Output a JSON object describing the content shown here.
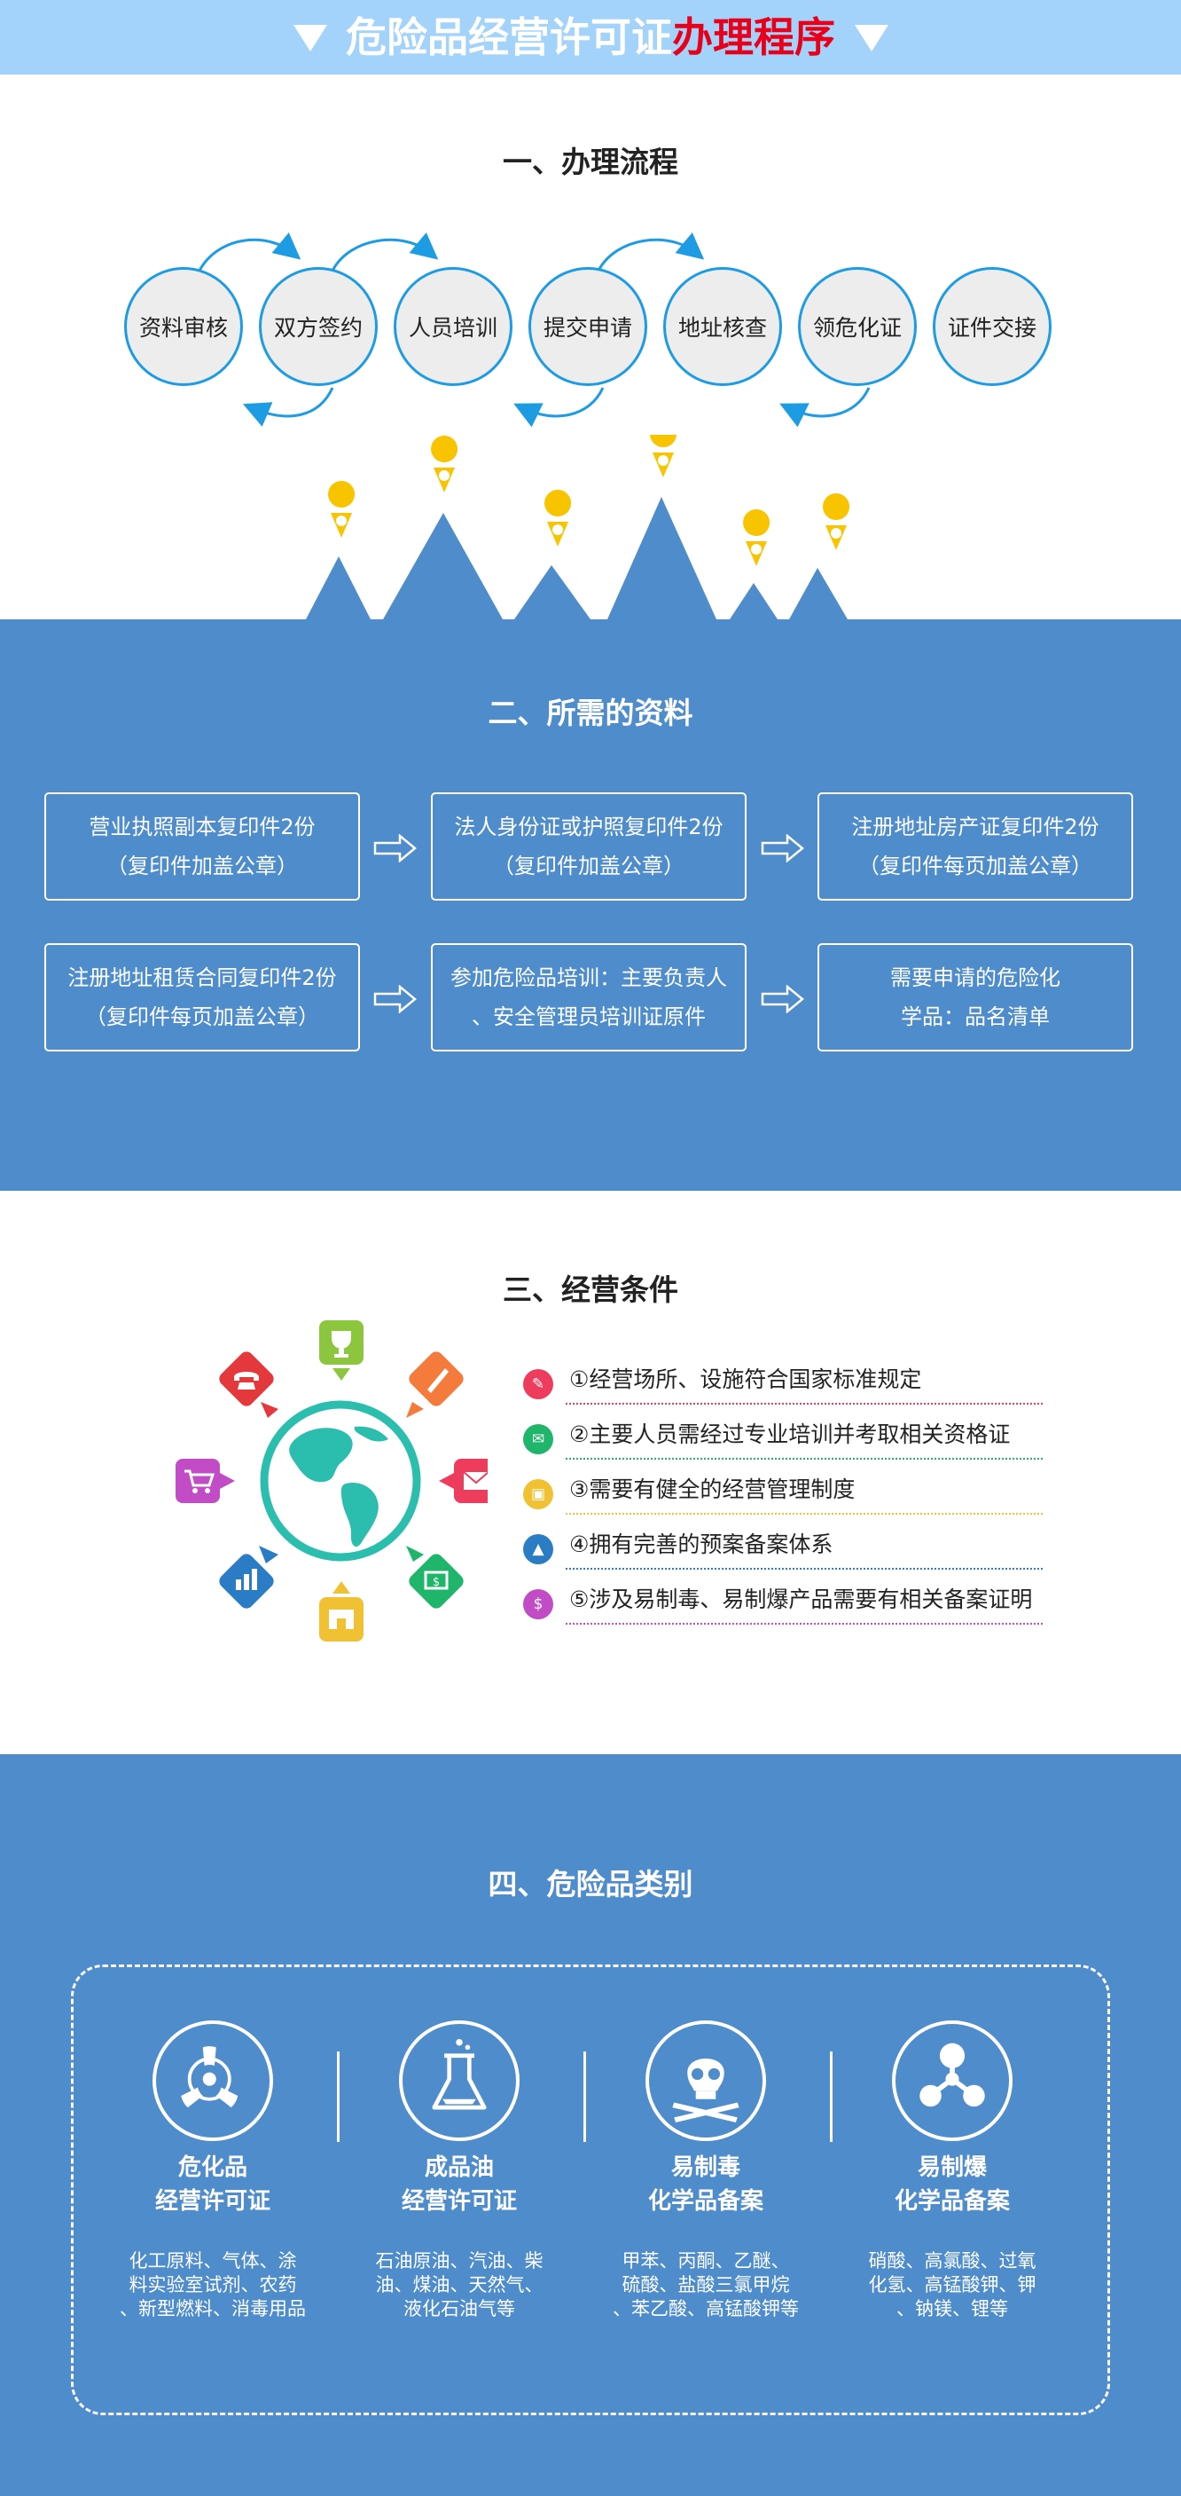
{
  "header": {
    "title_white": "危险品经营许可证",
    "title_red": "办理程序",
    "colors": {
      "banner": "#a3d3fb",
      "red": "#e8001a"
    }
  },
  "section1": {
    "title": "一、办理流程",
    "steps": [
      "资料审核",
      "双方签约",
      "人员培训",
      "提交申请",
      "地址核查",
      "领危化证",
      "证件交接"
    ]
  },
  "section2": {
    "title": "二、所需的资料",
    "items": [
      {
        "line1": "营业执照副本复印件2份",
        "line2": "（复印件加盖公章）"
      },
      {
        "line1": "法人身份证或护照复印件2份",
        "line2": "（复印件加盖公章）"
      },
      {
        "line1": "注册地址房产证复印件2份",
        "line2": "（复印件每页加盖公章）"
      },
      {
        "line1": "注册地址租赁合同复印件2份",
        "line2": "（复印件每页加盖公章）"
      },
      {
        "line1": "参加危险品培训：主要负责人",
        "line2": "、安全管理员培训证原件"
      },
      {
        "line1": "需要申请的危险化",
        "line2": "学品：品名清单"
      }
    ]
  },
  "section3": {
    "title": "三、经营条件",
    "conditions": [
      {
        "text": "①经营场所、设施符合国家标准规定",
        "icon": "pen-icon",
        "color": "#ee3d5c"
      },
      {
        "text": "②主要人员需经过专业培训并考取相关资格证",
        "icon": "mail-icon",
        "color": "#1fb56b"
      },
      {
        "text": "③需要有健全的经营管理制度",
        "icon": "cart-icon",
        "color": "#f0c233"
      },
      {
        "text": "④拥有完善的预案备案体系",
        "icon": "chart-icon",
        "color": "#2a7dc4"
      },
      {
        "text": "⑤涉及易制毒、易制爆产品需要有相关备案证明",
        "icon": "money-icon",
        "color": "#c24cc6"
      }
    ]
  },
  "section4": {
    "title": "四、危险品类别",
    "categories": [
      {
        "title1": "危化品",
        "title2": "经营许可证",
        "desc1": "化工原料、气体、涂",
        "desc2": "料实验室试剂、农药",
        "desc3": "、新型燃料、消毒用品",
        "icon": "biohazard-icon"
      },
      {
        "title1": "成品油",
        "title2": "经营许可证",
        "desc1": "石油原油、汽油、柴",
        "desc2": "油、煤油、天然气、",
        "desc3": "液化石油气等",
        "icon": "flask-icon"
      },
      {
        "title1": "易制毒",
        "title2": "化学品备案",
        "desc1": "甲苯、丙酮、乙醚、",
        "desc2": "硫酸、盐酸三氯甲烷",
        "desc3": "、苯乙酸、高锰酸钾等",
        "icon": "skull-icon"
      },
      {
        "title1": "易制爆",
        "title2": "化学品备案",
        "desc1": "硝酸、高氯酸、过氧",
        "desc2": "化氢、高锰酸钾、钾",
        "desc3": "、钠镁、锂等",
        "icon": "molecule-icon"
      }
    ]
  }
}
